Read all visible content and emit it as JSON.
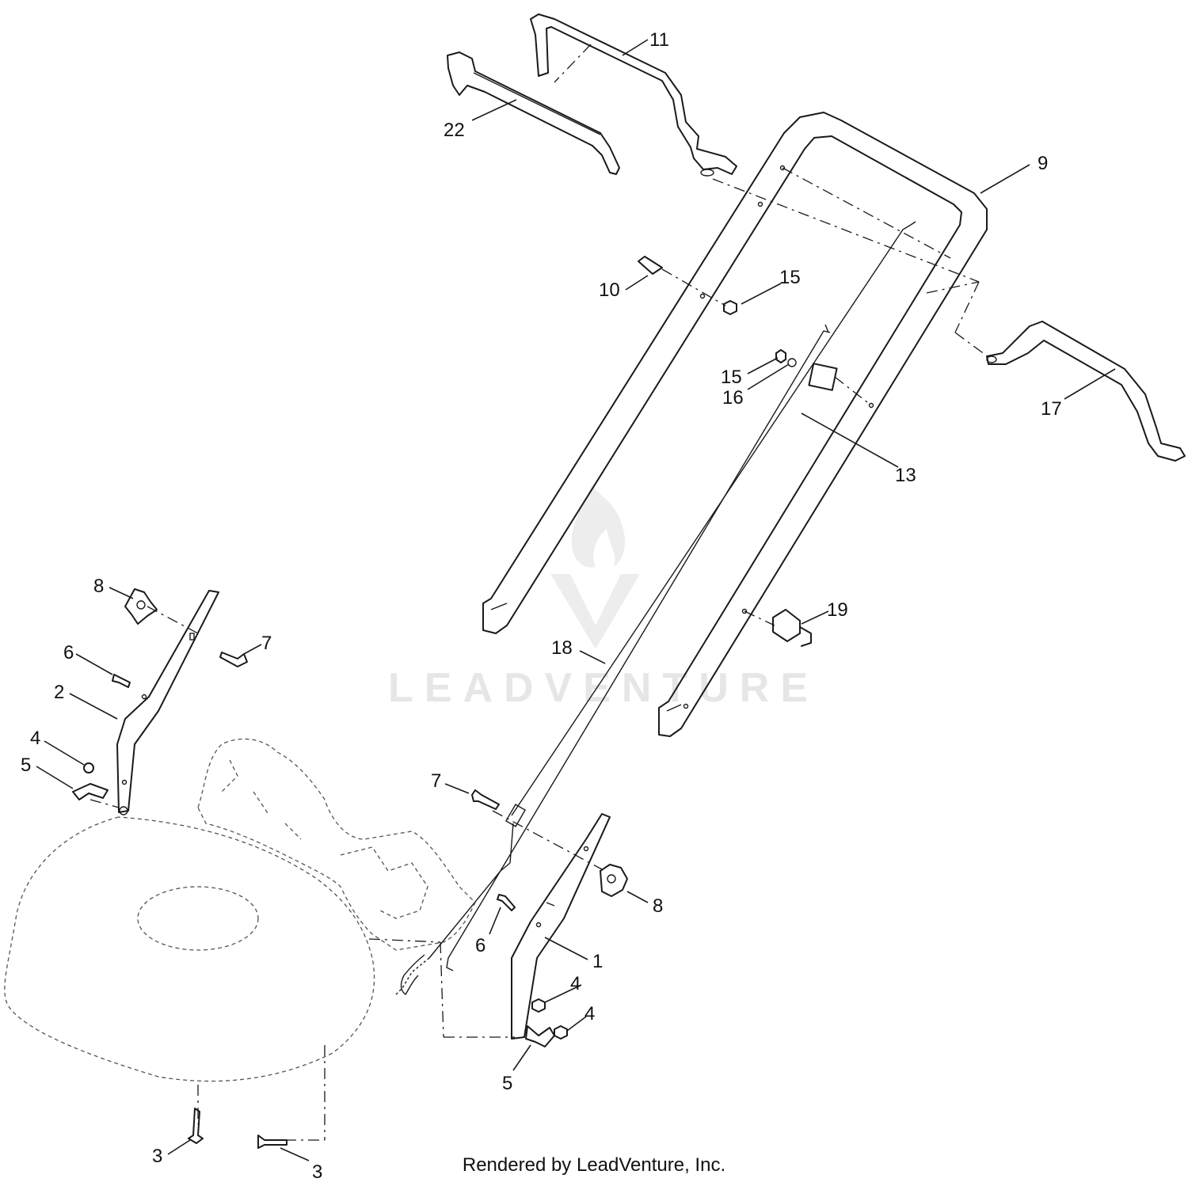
{
  "callouts": [
    {
      "id": "c11",
      "label": "11"
    },
    {
      "id": "c22",
      "label": "22"
    },
    {
      "id": "c9",
      "label": "9"
    },
    {
      "id": "c10",
      "label": "10"
    },
    {
      "id": "c15a",
      "label": "15"
    },
    {
      "id": "c15b",
      "label": "15"
    },
    {
      "id": "c16",
      "label": "16"
    },
    {
      "id": "c17",
      "label": "17"
    },
    {
      "id": "c13",
      "label": "13"
    },
    {
      "id": "c19",
      "label": "19"
    },
    {
      "id": "c18",
      "label": "18"
    },
    {
      "id": "c8a",
      "label": "8"
    },
    {
      "id": "c7a",
      "label": "7"
    },
    {
      "id": "c6a",
      "label": "6"
    },
    {
      "id": "c2",
      "label": "2"
    },
    {
      "id": "c4a",
      "label": "4"
    },
    {
      "id": "c5a",
      "label": "5"
    },
    {
      "id": "c7b",
      "label": "7"
    },
    {
      "id": "c8b",
      "label": "8"
    },
    {
      "id": "c6b",
      "label": "6"
    },
    {
      "id": "c1",
      "label": "1"
    },
    {
      "id": "c4b",
      "label": "4"
    },
    {
      "id": "c4c",
      "label": "4"
    },
    {
      "id": "c5b",
      "label": "5"
    },
    {
      "id": "c3a",
      "label": "3"
    },
    {
      "id": "c3b",
      "label": "3"
    }
  ],
  "watermark": {
    "text": "LEADVENTURE",
    "color": "#e4e4e4"
  },
  "footer": {
    "text": "Rendered by LeadVenture, Inc."
  }
}
